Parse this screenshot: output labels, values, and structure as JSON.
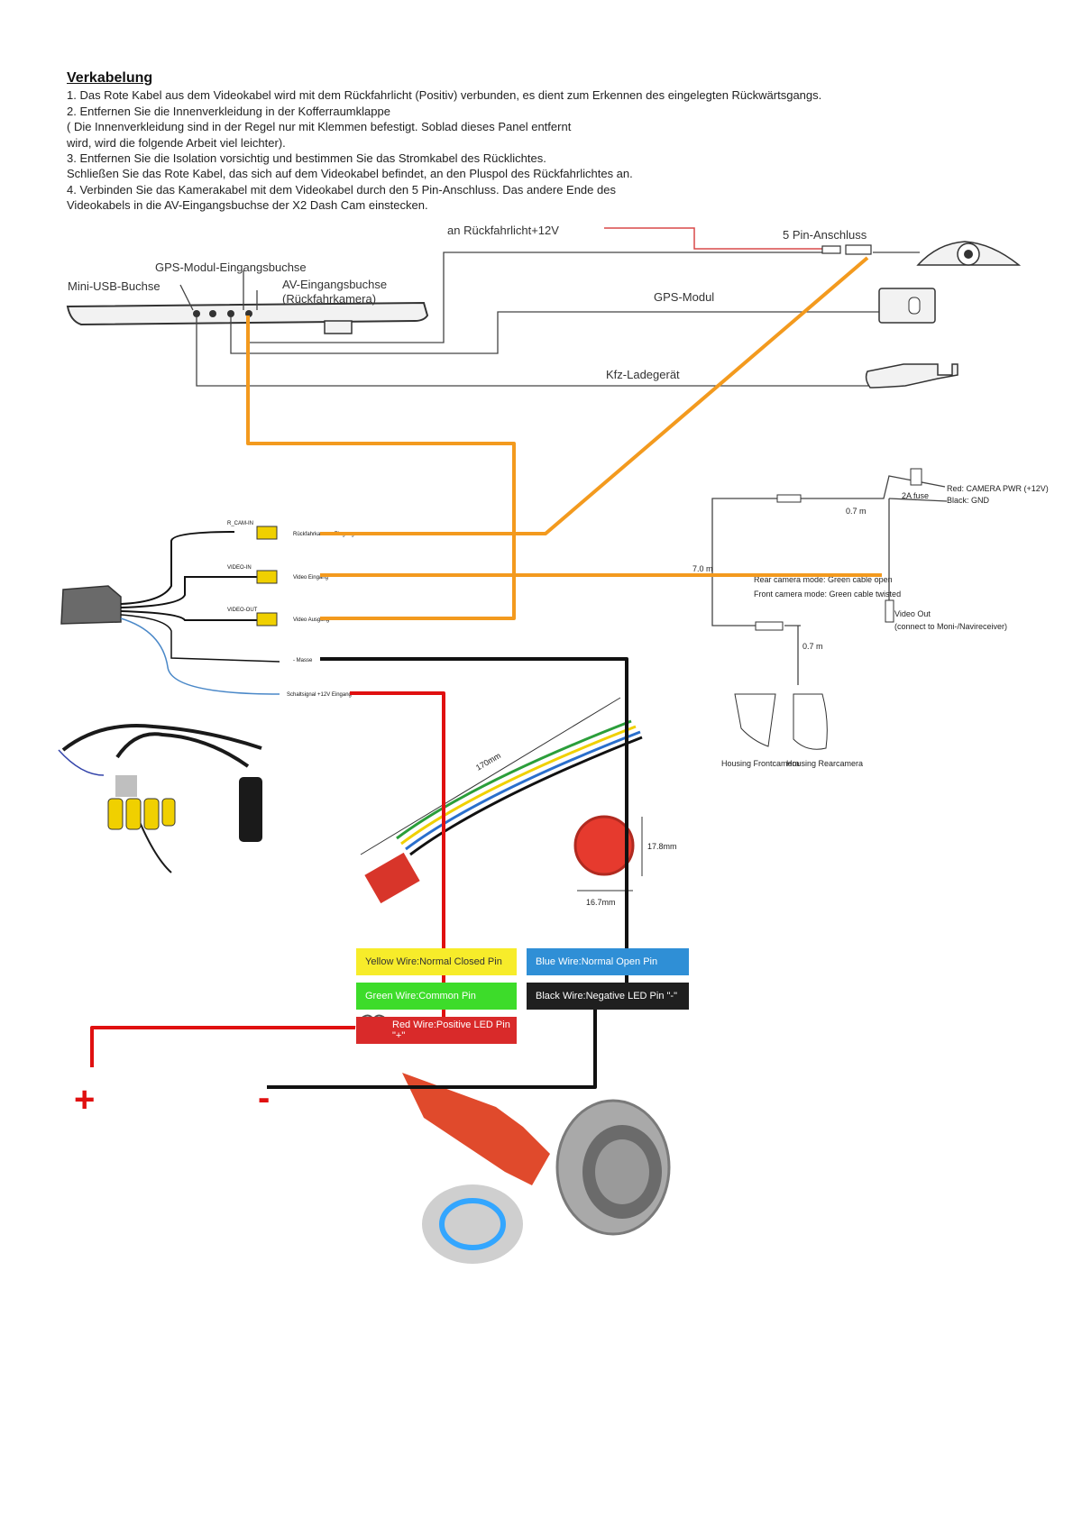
{
  "instructions": {
    "heading": "Verkabelung",
    "lines": [
      "1. Das Rote Kabel aus dem Videokabel wird mit dem Rückfahrlicht (Positiv) verbunden, es dient zum Erkennen des eingelegten Rückwärtsgangs.",
      "2. Entfernen Sie die Innenverkleidung in der Kofferraumklappe",
      "( Die Innenverkleidung sind in der Regel nur mit Klemmen befestigt.  Soblad dieses Panel entfernt",
      "wird, wird die folgende Arbeit viel leichter).",
      "3. Entfernen Sie die Isolation vorsichtig und bestimmen Sie das Stromkabel des Rücklichtes.",
      "Schließen Sie das Rote Kabel, das sich auf dem Videokabel befindet, an den Pluspol des Rückfahrlichtes an.",
      "4. Verbinden Sie das Kamerakabel mit dem Videokabel durch den 5 Pin-Anschluss. Das andere Ende des",
      "Videokabels in die AV-Eingangsbuchse der X2 Dash Cam einstecken."
    ]
  },
  "dashcam_diagram": {
    "reverse_light": "an Rückfahrlicht+12V",
    "pin_connector": "5 Pin-Anschluss",
    "gps_input": "GPS-Modul-Eingangsbuchse",
    "mini_usb": "Mini-USB-Buchse",
    "av_input": "AV-Eingangsbuchse",
    "av_input_sub": "(Rückfahrkamera)",
    "gps_module": "GPS-Modul",
    "charger": "Kfz-Ladegerät"
  },
  "harness": {
    "labels": [
      "R_CAM-IN",
      "VIDEO-IN",
      "VIDEO-OUT"
    ],
    "connectors": [
      "Rückfahrkamera Eingang",
      "Video Eingang",
      "Video Ausgang",
      "- Masse",
      "Schaltsignal +12V Eingang"
    ]
  },
  "camera_diagram": {
    "power_label": "Red: CAMERA PWR (+12V)",
    "gnd_label": "Black: GND",
    "fuse": "2A fuse",
    "len_a": "0.7 m",
    "len_b": "7.0 m",
    "len_c": "0.7 m",
    "mode_rear": "Rear camera mode: Green cable open",
    "mode_front": "Front camera mode: Green cable twisted",
    "video_out": "Video Out",
    "video_out_sub": "(connect to Moni-/Navireceiver)",
    "housing_front": "Housing Frontcamera",
    "housing_rear": "Housing Rearcamera"
  },
  "switch_diagram": {
    "length": "170mm",
    "height": "17.8mm",
    "width": "16.7mm",
    "legend": [
      {
        "text": "Yellow Wire:Normal Closed Pin",
        "color": "#f7ec2a",
        "text_color": "#333333"
      },
      {
        "text": "Blue Wire:Normal Open Pin",
        "color": "#2f8fd6",
        "text_color": "#ffffff"
      },
      {
        "text": "Green Wire:Common Pin",
        "color": "#3ddc2a",
        "text_color": "#ffffff"
      },
      {
        "text": "Black Wire:Negative LED Pin  \"-\"",
        "color": "#1f1f1f",
        "text_color": "#ffffff"
      },
      {
        "text": "Red Wire:Positive LED Pin  \"+\"",
        "color": "#d92a2a",
        "text_color": "#ffffff"
      }
    ],
    "plus": "+",
    "minus": "-"
  },
  "colors": {
    "orange": "#f39a1e",
    "red": "#e01010",
    "black": "#111111"
  }
}
